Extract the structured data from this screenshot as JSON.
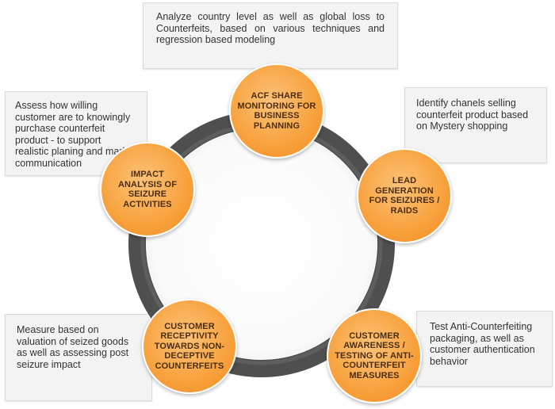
{
  "notes": {
    "top": "Analyze country level as well as global loss to Counterfeits, based on various techniques and regression based modeling",
    "left": "Assess how willing customer are to knowingly purchase counterfeit product - to support realistic planing and market communication",
    "right": "Identify chanels selling counterfeit product based on Mystery shopping",
    "bottom_left": "Measure based on valuation of seized goods as well as assessing post seizure impact",
    "bottom_right": "Test Anti-Counterfeiting packaging, as well as customer authentication behavior"
  },
  "nodes": {
    "top": "ACF SHARE MONITORING FOR BUSINESS PLANNING",
    "left": "IMPACT ANALYSIS OF SEIZURE ACTIVITIES",
    "right": "LEAD GENERATION FOR SEIZURES / RAIDS",
    "bottom_left": "CUSTOMER RECEPTIVITY TOWARDS NON-DECEPTIVE COUNTERFEITS",
    "bottom_right": "CUSTOMER AWARENESS / TESTING OF ANTI-COUNTERFEIT MEASURES"
  },
  "colors": {
    "ring": "#4f4f4f",
    "node_fill": "#f8a441",
    "node_text": "#4a2e12",
    "note_bg": "#f3f3f3"
  }
}
